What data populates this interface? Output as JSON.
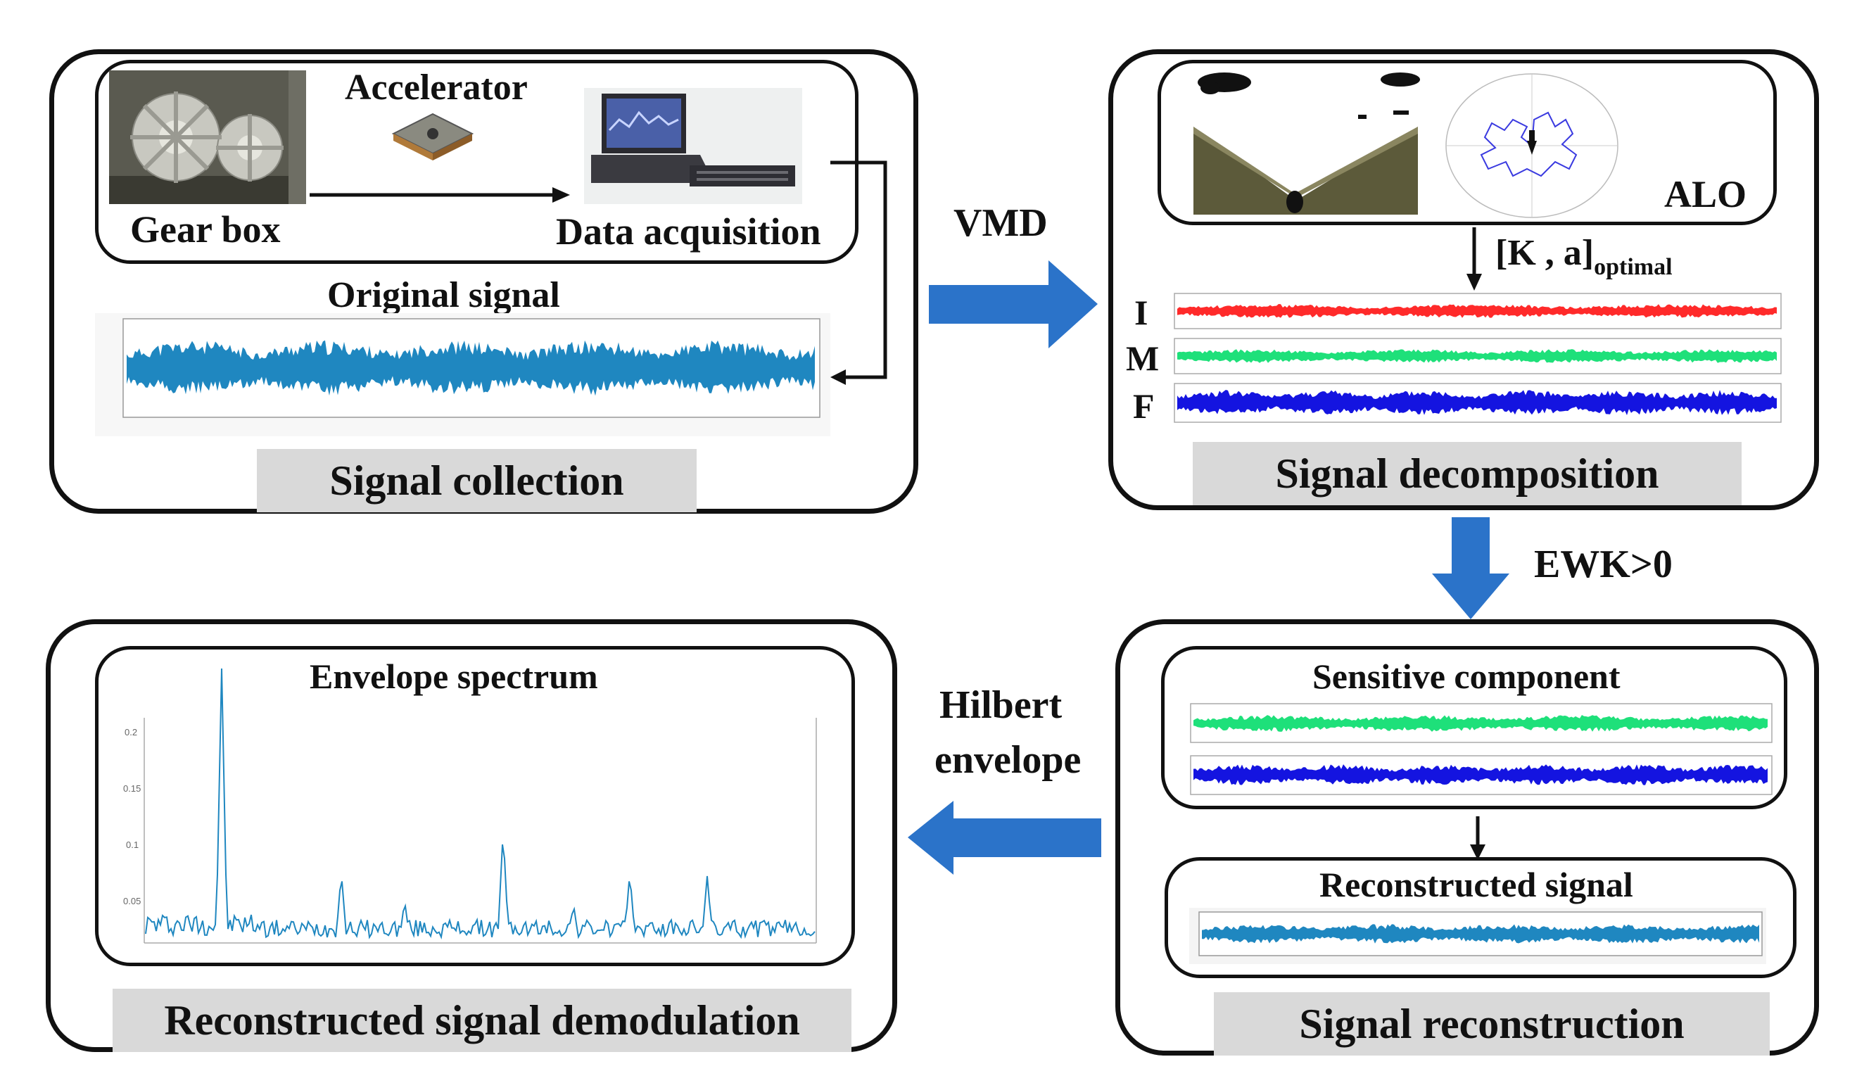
{
  "colors": {
    "arrow_blue": "#2b73c9",
    "signal_teal": "#1f87c0",
    "imf_red": "#ff2a2a",
    "imf_green": "#1ee07a",
    "imf_blue": "#1414e0",
    "label_gray": "#d9d9d9",
    "border": "#111111"
  },
  "collection": {
    "accelerator_label": "Accelerator",
    "gearbox_label": "Gear box",
    "daq_label": "Data acquisition",
    "original_signal_title": "Original signal",
    "panel_label": "Signal collection",
    "icons": [
      "gearbox-photo",
      "accelerometer-icon",
      "laptop-daq-icon"
    ]
  },
  "flow": {
    "vmd_label": "VMD",
    "ewk_label": "EWK>0",
    "hilbert_line1": "Hilbert",
    "hilbert_line2": "envelope"
  },
  "decomposition": {
    "alo_label": "ALO",
    "optimal_main": "[K , a]",
    "optimal_sub": "optimal",
    "imf_letters": [
      "I",
      "M",
      "F"
    ],
    "panel_label": "Signal decomposition"
  },
  "reconstruction": {
    "sensitive_title": "Sensitive component",
    "reconstructed_title": "Reconstructed signal",
    "panel_label": "Signal reconstruction"
  },
  "demodulation": {
    "spectrum_title": "Envelope spectrum",
    "panel_label": "Reconstructed signal demodulation",
    "y_ticks": [
      "0.2",
      "0.15",
      "0.1",
      "0.05"
    ]
  }
}
